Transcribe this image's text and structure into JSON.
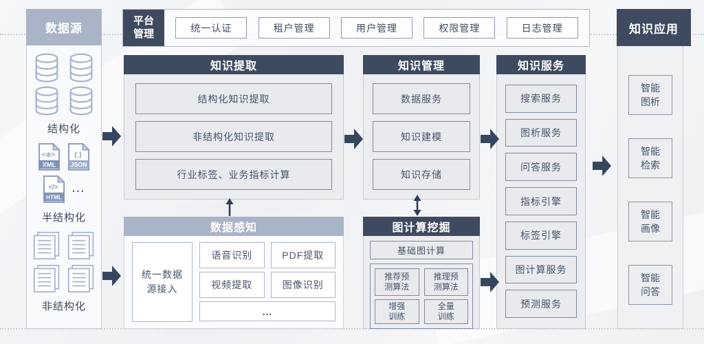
{
  "palette": {
    "dark_header": "#3e4a5f",
    "light_header": "#a9b4c8",
    "arrow": "#35465f",
    "cell_border": "#7e8a9d",
    "light_icon_stroke": "#a9b6cc"
  },
  "data_source": {
    "title": "数据源",
    "structured_label": "结构化",
    "semi_structured_label": "半结构化",
    "unstructured_label": "非结构化",
    "file_icons": [
      {
        "label": "XML",
        "glyph": "<⊕>"
      },
      {
        "label": "JSON",
        "glyph": "{:}"
      },
      {
        "label": "HTML",
        "glyph": "</>"
      }
    ],
    "more": "..."
  },
  "platform_bar": {
    "title": "平台管理",
    "items": [
      "统一认证",
      "租户管理",
      "用户管理",
      "权限管理",
      "日志管理"
    ]
  },
  "knowledge_extraction": {
    "title": "知识提取",
    "items": [
      "结构化知识提取",
      "非结构化知识提取",
      "行业标签、业务指标计算"
    ]
  },
  "data_perception": {
    "title": "数据感知",
    "left_item": "统一数据源接入",
    "grid_items": [
      "语音识别",
      "PDF提取",
      "视频提取",
      "图像识别"
    ],
    "more": "..."
  },
  "knowledge_management": {
    "title": "知识管理",
    "items": [
      "数据服务",
      "知识建模",
      "知识存储"
    ]
  },
  "graph_computing": {
    "title": "图计算挖掘",
    "base_item": "基础图计算",
    "grid_items": [
      "推荐预测算法",
      "推理预测算法",
      "增强训练",
      "全量训练"
    ]
  },
  "knowledge_service": {
    "title": "知识服务",
    "items": [
      "搜索服务",
      "图析服务",
      "问答服务",
      "指标引擎",
      "标签引擎",
      "图计算服务",
      "预测服务"
    ]
  },
  "knowledge_application": {
    "title": "知识应用",
    "items": [
      "智能图析",
      "智能检索",
      "智能画像",
      "智能问答"
    ]
  }
}
